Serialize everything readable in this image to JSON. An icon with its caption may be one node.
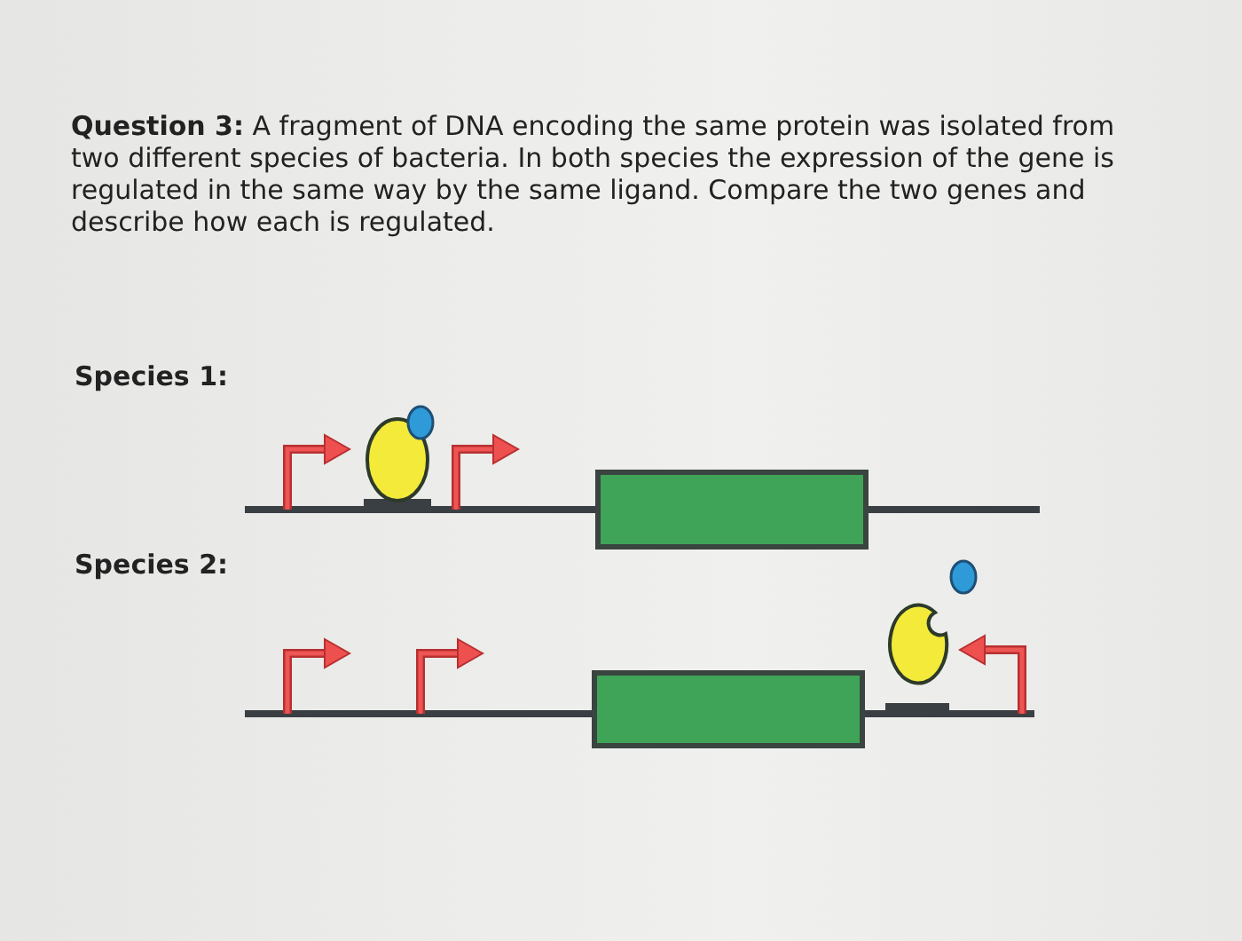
{
  "diagram": {
    "nodes": [
      {
        "text": [],
        "shape": "box"
      },
      {
        "text": [],
        "shape": "box"
      }
    ],
    "labels": [
      "**Question 3:** A fragment of DNA encoding the same protein was isolated from two different species of bacteria. In both species the expression of the gene is regulated in the same way by the same ligand. Compare the two genes and describe how each is regulated.",
      "Species 1:",
      "Species 2:"
    ]
  }
}
